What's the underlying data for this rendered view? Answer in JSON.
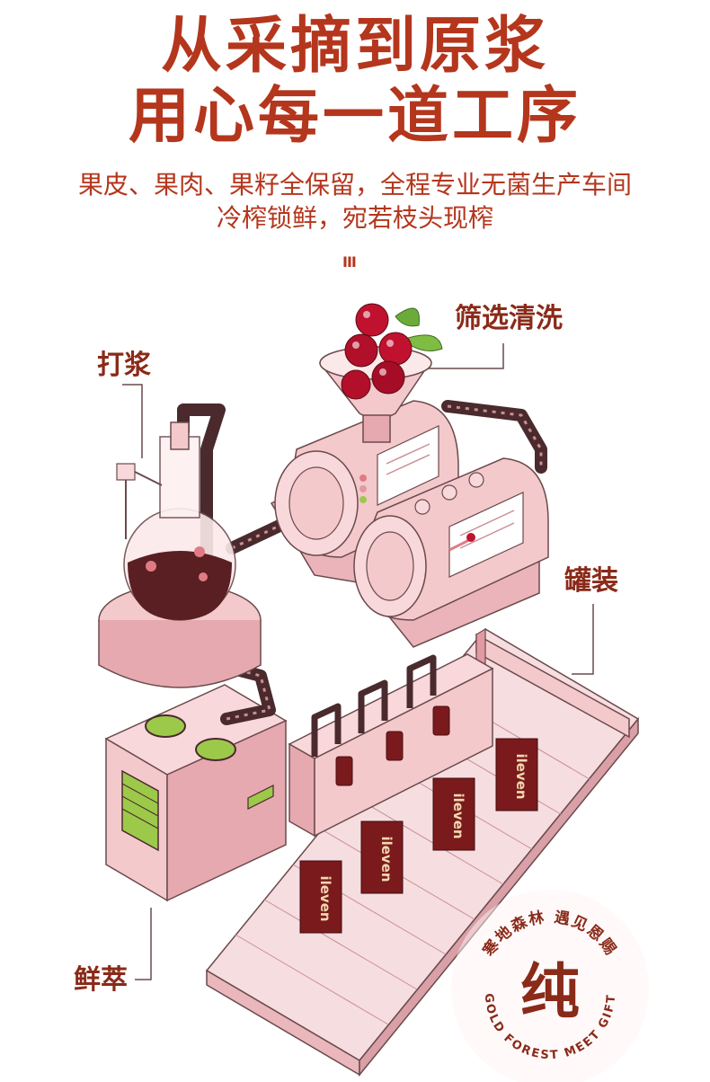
{
  "heading": {
    "line1": "从采摘到原浆",
    "line2": "用心每一道工序"
  },
  "subtitle": {
    "line1": "果皮、果肉、果籽全保留，全程专业无菌生产车间",
    "line2": "冷榨锁鲜，宛若枝头现榨"
  },
  "decoration": "III",
  "steps": {
    "pulp": "打浆",
    "sort_wash": "筛选清洗",
    "canning": "罐装",
    "extract": "鲜萃"
  },
  "product": {
    "brand": "ileven"
  },
  "seal": {
    "center": "纯",
    "arc_top": "寒地森林 遇见恩赐",
    "arc_bottom": "GOLD FOREST MEET GIFT"
  },
  "colors": {
    "title": "#b4361d",
    "machine_pink": "#f4c9cc",
    "machine_dark": "#e29aa2",
    "outline": "#4a2a2d",
    "juice": "#5a1f22",
    "product_red": "#7a1a1c",
    "green": "#9dc94a"
  }
}
